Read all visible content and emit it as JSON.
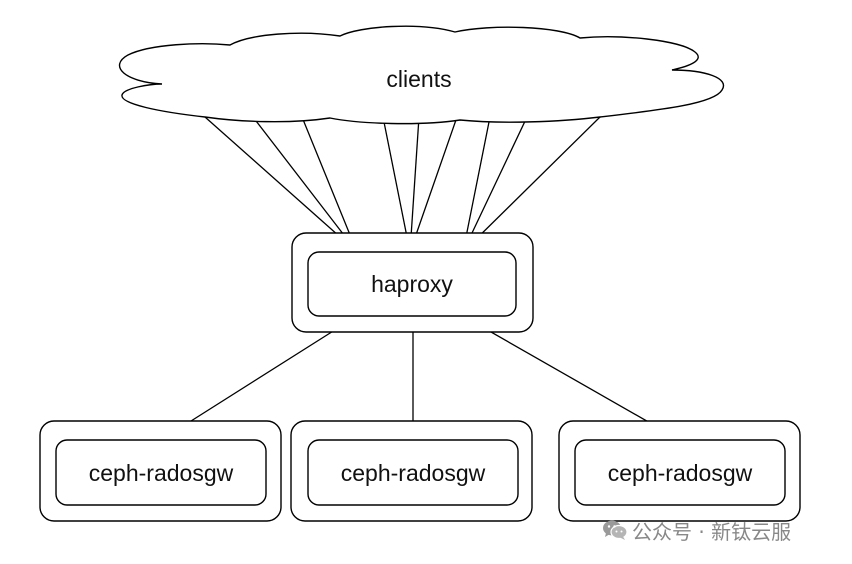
{
  "diagram": {
    "clients_label": "clients",
    "proxy_label": "haproxy",
    "gateways": [
      {
        "label": "ceph-radosgw"
      },
      {
        "label": "ceph-radosgw"
      },
      {
        "label": "ceph-radosgw"
      }
    ]
  },
  "watermark": {
    "text": "公众号 · 新钛云服",
    "icon": "wechat-icon"
  }
}
